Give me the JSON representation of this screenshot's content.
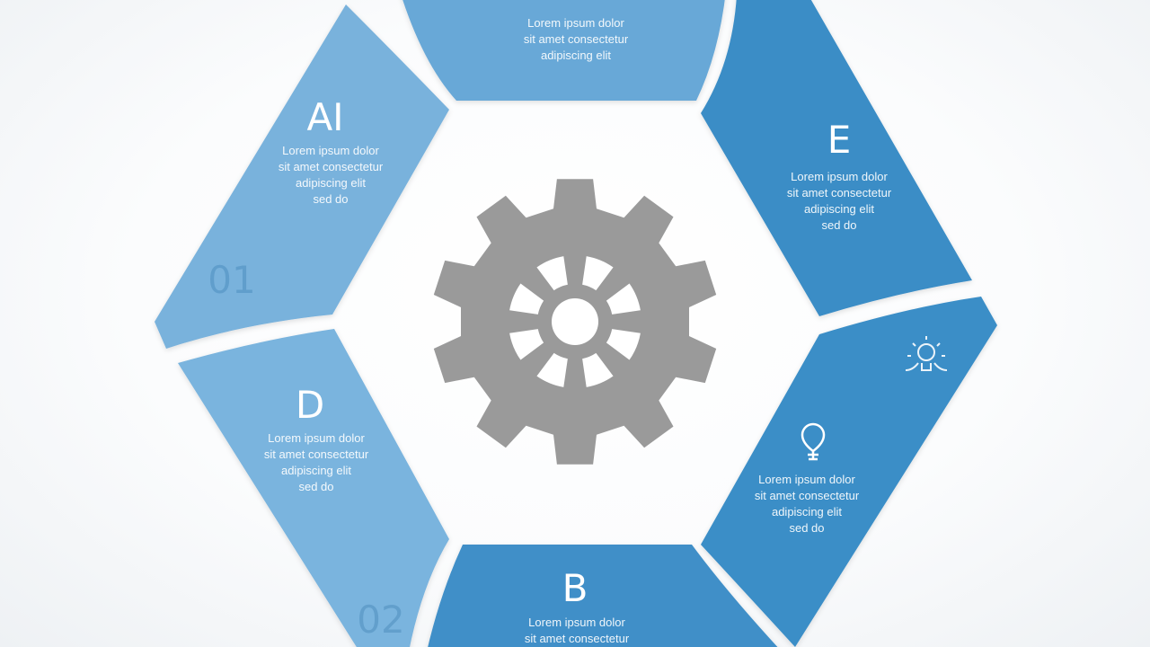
{
  "colors": {
    "segment_light": "#79b1dc",
    "segment_mid": "#5ca0d2",
    "segment_dark": "#3b8ec7",
    "gear": "#9a9a9a",
    "background": "#fbfcfd"
  },
  "segments": {
    "top": {
      "letter": "",
      "lines": [
        "Lorem ipsum dolor",
        "sit amet consectetur",
        "adipiscing elit"
      ]
    },
    "upper_left": {
      "letter": "AI",
      "lines": [
        "Lorem ipsum dolor",
        "sit amet consectetur",
        "adipiscing elit",
        "sed do"
      ],
      "number": "01"
    },
    "lower_left": {
      "letter": "D",
      "lines": [
        "Lorem ipsum dolor",
        "sit amet consectetur",
        "adipiscing elit",
        "sed do"
      ],
      "number": "02"
    },
    "bottom": {
      "letter": "B",
      "lines": [
        "Lorem ipsum dolor",
        "sit amet consectetur"
      ]
    },
    "upper_right": {
      "letter": "E",
      "lines": [
        "Lorem ipsum dolor",
        "sit amet consectetur",
        "adipiscing elit",
        "sed do"
      ]
    },
    "lower_right": {
      "letter": "",
      "icon": "lightbulb-icon",
      "icon_top": "idea-lamp-icon",
      "lines": [
        "Lorem ipsum dolor",
        "sit amet consectetur",
        "adipiscing elit",
        "sed do"
      ]
    }
  },
  "center": {
    "icon": "gear-icon"
  }
}
